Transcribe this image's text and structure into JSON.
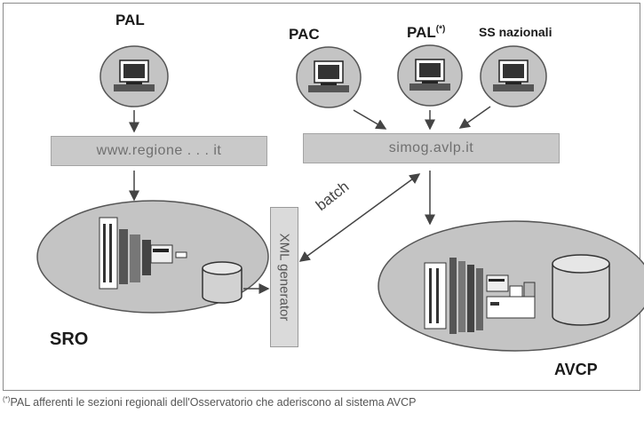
{
  "labels": {
    "pal_left": "PAL",
    "pac": "PAC",
    "pal_center": "PAL",
    "pal_center_mark": "(*)",
    "ss_nazionali": "SS nazionali",
    "sro": "SRO",
    "avcp": "AVCP"
  },
  "bars": {
    "regione": "www.regione . . . it",
    "simog": "simog.avlp.it"
  },
  "xml_generator": "XML generator",
  "batch": "batch",
  "footnote": {
    "mark": "(*)",
    "text": "PAL afferenti le sezioni regionali dell'Osservatorio che aderiscono al sistema AVCP"
  }
}
